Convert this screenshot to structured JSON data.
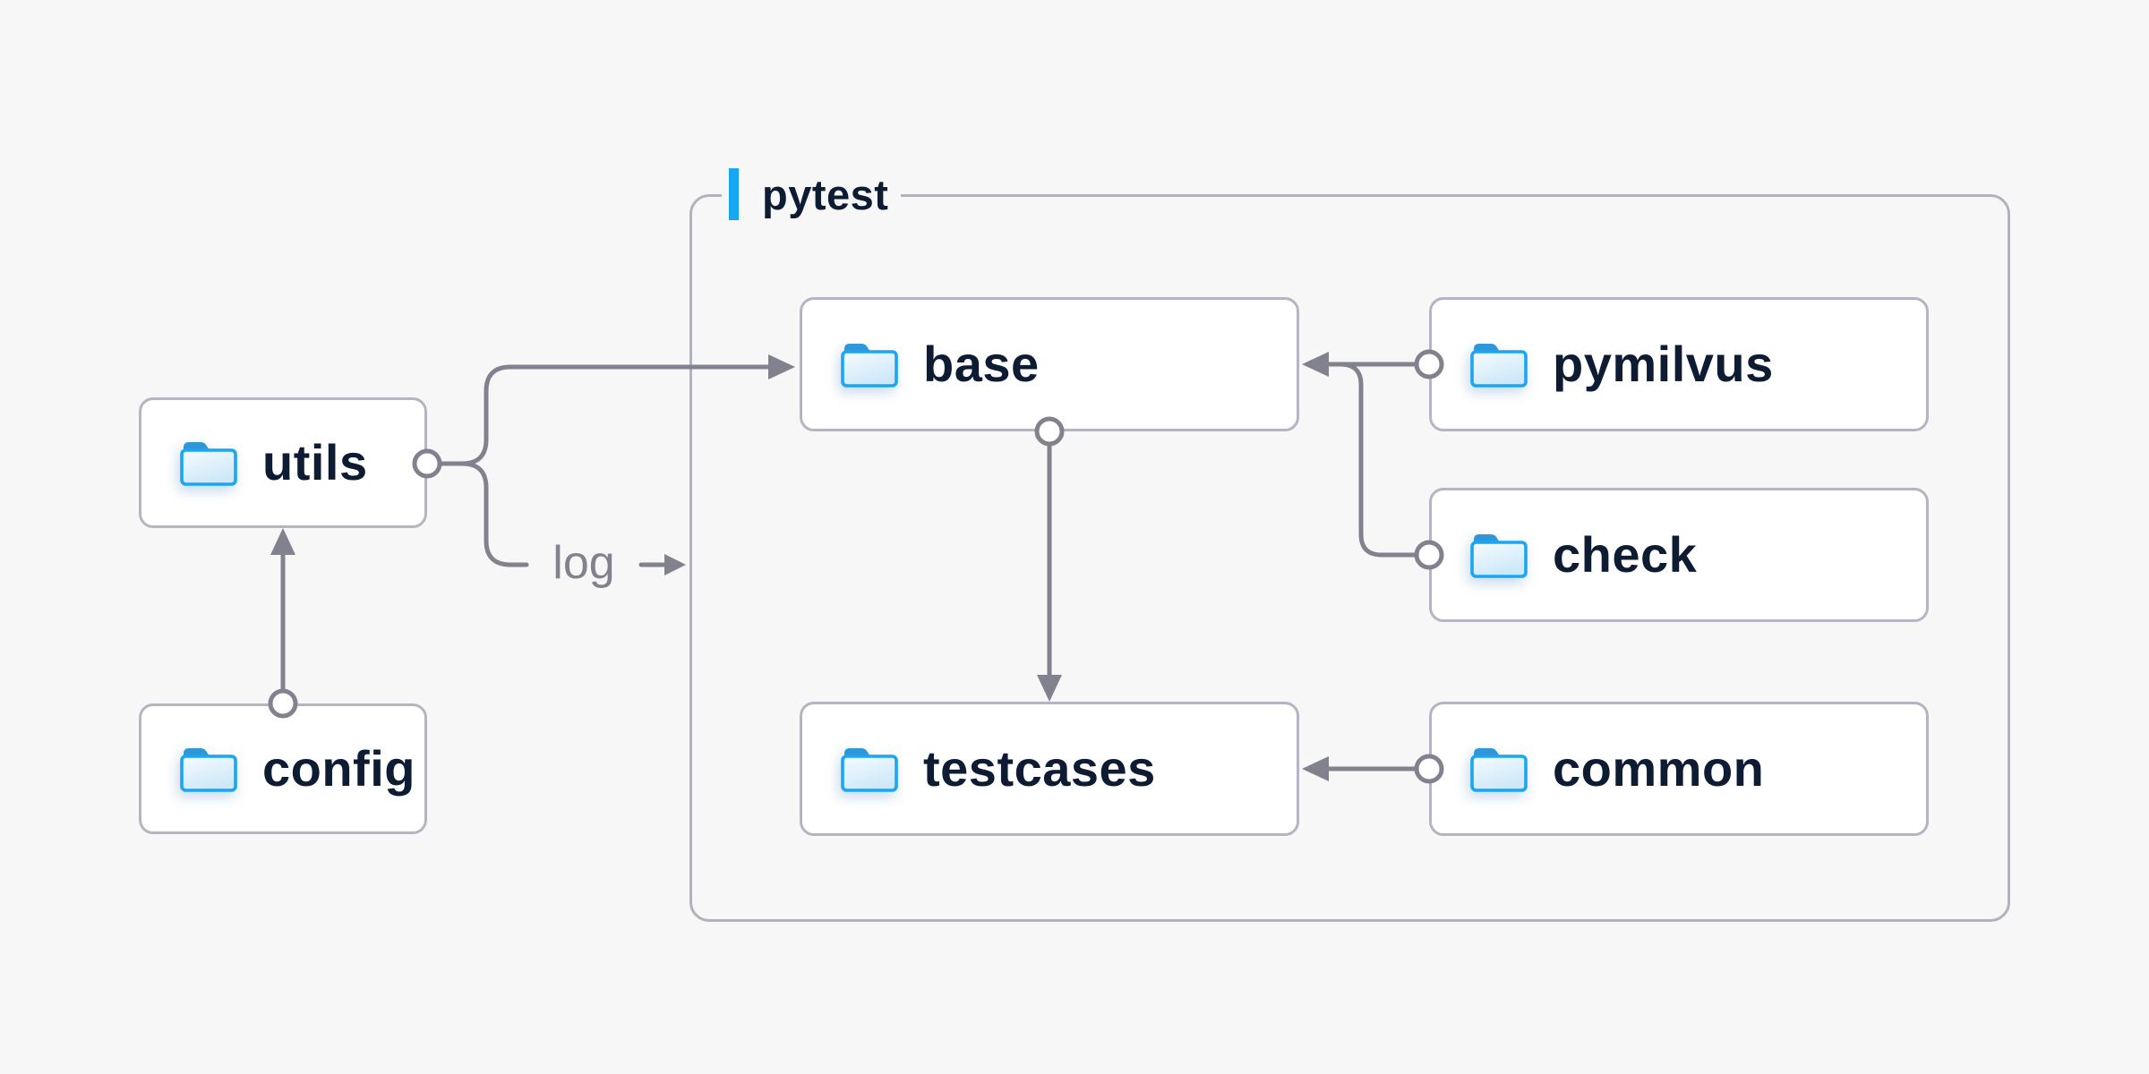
{
  "diagram": {
    "type": "folder-structure",
    "group": {
      "label": "pytest"
    },
    "nodes": [
      {
        "id": "utils",
        "label": "utils"
      },
      {
        "id": "config",
        "label": "config"
      },
      {
        "id": "base",
        "label": "base"
      },
      {
        "id": "pymilvus",
        "label": "pymilvus"
      },
      {
        "id": "check",
        "label": "check"
      },
      {
        "id": "testcases",
        "label": "testcases"
      },
      {
        "id": "common",
        "label": "common"
      }
    ],
    "edges": [
      {
        "from": "config",
        "to": "utils"
      },
      {
        "from": "utils",
        "to": "base"
      },
      {
        "from": "utils",
        "to": "log-output",
        "label": "log"
      },
      {
        "from": "pymilvus",
        "to": "base"
      },
      {
        "from": "check",
        "to": "base"
      },
      {
        "from": "base",
        "to": "testcases"
      },
      {
        "from": "common",
        "to": "testcases"
      }
    ],
    "log_label": "log",
    "colors": {
      "background": "#f7f7f8",
      "accent_blue": "#17a7f2",
      "folder_stroke": "#1ba6f2",
      "folder_tab": "#2f97d8",
      "node_text": "#0d1b33",
      "connector_gray": "#82828f",
      "node_border": "#b5b5c1",
      "group_border": "#b2b2bf"
    }
  }
}
